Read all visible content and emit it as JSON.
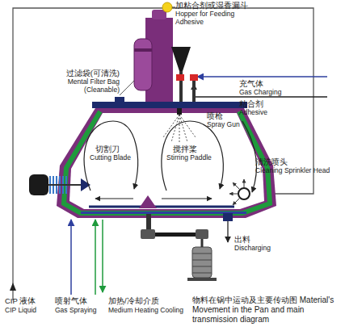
{
  "diagram": {
    "caption": "物料在锅中运动及主要传动图 Material's Movement in the Pan and main transmission diagram",
    "labels": [
      "加粘合剂或湿香漏斗",
      "Hopper for Feeding Adhesive",
      "过滤袋(可清洗)",
      "Mental Filter Bag (Cleanable)",
      "充气体",
      "Gas Charging",
      "粘合剂",
      "Adhesive",
      "喷枪",
      "Spray Gun",
      "切割刀",
      "Cutting Blade",
      "搅拌桨",
      "Stirring Paddle",
      "清洗喷头",
      "Cleaning Sprinkler Head",
      "出料",
      "Discharging",
      "CIP 液体",
      "CIP Liquid",
      "喷射气体",
      "Gas Spraying",
      "加热/冷却介质",
      "Medium Heating Cooling"
    ]
  }
}
